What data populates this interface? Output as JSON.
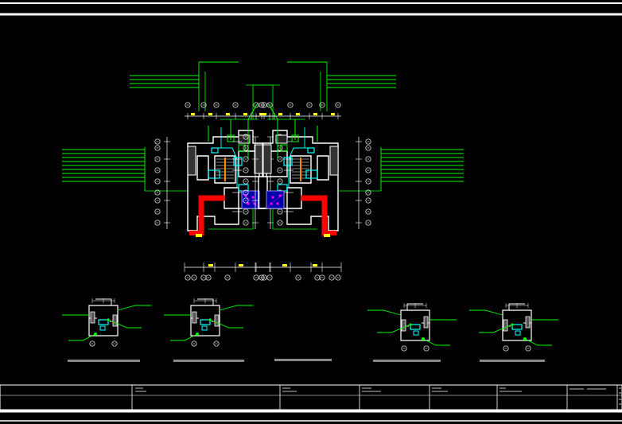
{
  "colors": {
    "background": "#000000",
    "frame": "#ffffff",
    "leader": "#00ff00",
    "wall": "#ffffff",
    "pipe_hot": "#ff0000",
    "pipe_cold": "#00ffff",
    "device": "#ff00ff",
    "fixture_fill": "#0000aa",
    "accent": "#ffff00"
  },
  "drawing": {
    "plans": [
      {
        "name": "plan-left-unit",
        "mirrored": false
      },
      {
        "name": "plan-right-unit",
        "mirrored": true
      }
    ],
    "details": [
      {
        "name": "detail-1"
      },
      {
        "name": "detail-2"
      },
      {
        "name": "detail-3"
      },
      {
        "name": "detail-4"
      }
    ]
  },
  "title_block": {
    "cells": [
      {
        "name": "notes-cell"
      },
      {
        "name": "design-cell"
      },
      {
        "name": "project-name-cell"
      },
      {
        "name": "subproject-cell"
      },
      {
        "name": "drawing-title-cell"
      },
      {
        "name": "drawing-number-cell"
      }
    ]
  }
}
